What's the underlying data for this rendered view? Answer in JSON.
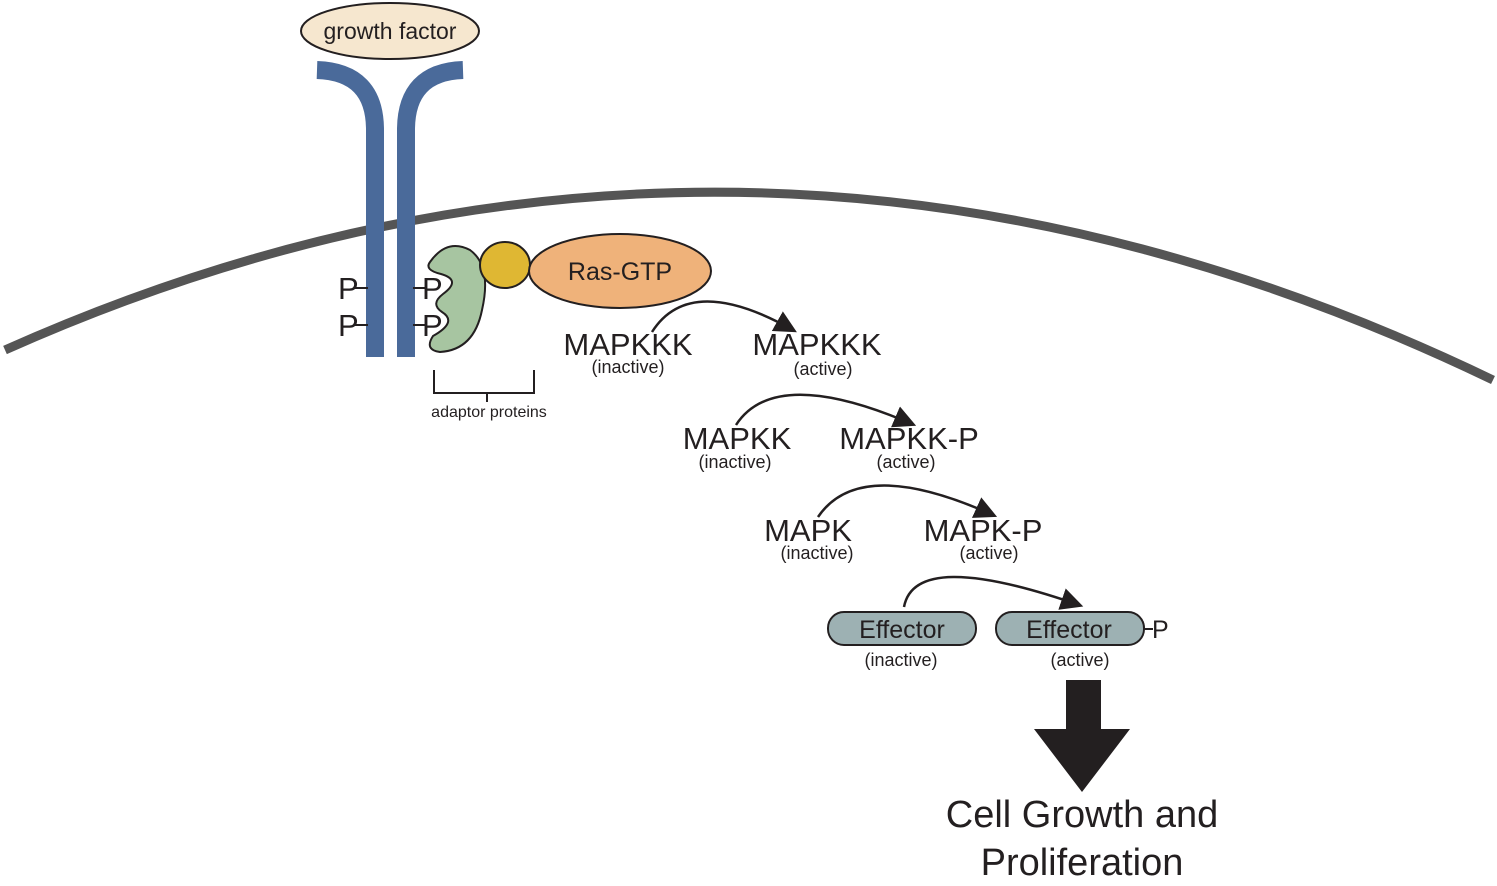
{
  "labels": {
    "growth_factor": "growth factor",
    "phospho": "P",
    "adaptor_proteins": "adaptor proteins",
    "ras_gtp": "Ras-GTP",
    "mapkkk_inactive": "MAPKKK",
    "mapkkk_active": "MAPKKK",
    "mapkk_inactive": "MAPKK",
    "mapkk_active": "MAPKK-P",
    "mapk_inactive": "MAPK",
    "mapk_active": "MAPK-P",
    "effector_inactive": "Effector",
    "effector_active": "Effector",
    "state_inactive": "(inactive)",
    "state_active": "(active)",
    "outcome_line1": "Cell Growth and",
    "outcome_line2": "Proliferation"
  },
  "colors": {
    "receptor": "#4a6a9a",
    "membrane": "#555555",
    "growth_factor_fill": "#f6e7cf",
    "adaptor_green": "#a7c5a1",
    "adaptor_yellow": "#dfb733",
    "ras_fill": "#efb27a",
    "effector_fill": "#9db1b3",
    "arrow": "#231f20"
  }
}
